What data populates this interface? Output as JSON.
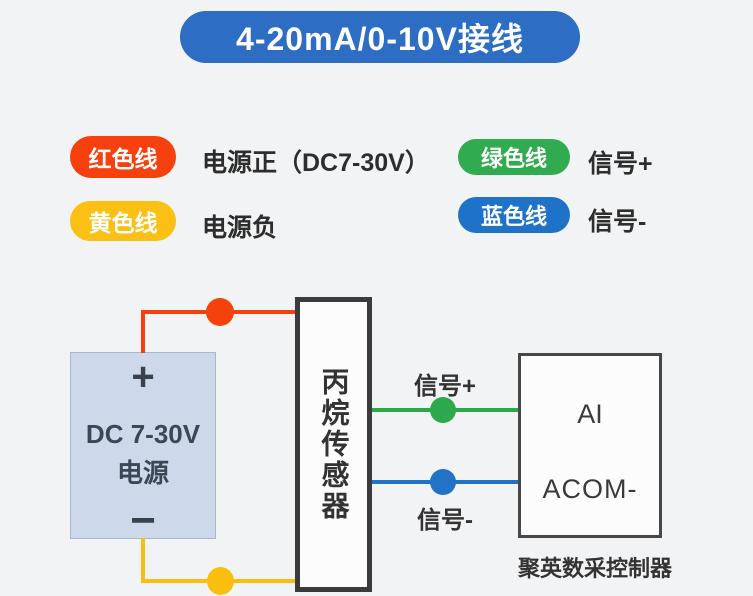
{
  "title": {
    "text": "4-20mA/0-10V接线",
    "bg_color": "#2d6dc3",
    "text_color": "#ffffff"
  },
  "legend": {
    "items": [
      {
        "pill": "红色线",
        "pill_color": "#f6410f",
        "label": "电源正（DC7-30V）"
      },
      {
        "pill": "黄色线",
        "pill_color": "#fcbf13",
        "label": "电源负"
      },
      {
        "pill": "绿色线",
        "pill_color": "#31ab4f",
        "label": "信号+"
      },
      {
        "pill": "蓝色线",
        "pill_color": "#1e73c8",
        "label": "信号-"
      }
    ]
  },
  "diagram": {
    "power_box": {
      "plus": "+",
      "line1": "DC 7-30V",
      "line2": "电源",
      "minus": "−"
    },
    "sensor_box": {
      "label": "丙烷传感器"
    },
    "controller_box": {
      "input_terminal": "AI",
      "common_terminal": "ACOM-",
      "caption": "聚英数采控制器"
    },
    "wire_labels": {
      "signal_plus": "信号+",
      "signal_minus": "信号-"
    },
    "wire_colors": {
      "power_positive": "#f5420d",
      "power_negative": "#fcbe0e",
      "signal_plus": "#2ea84d",
      "signal_minus": "#2272c5"
    }
  }
}
